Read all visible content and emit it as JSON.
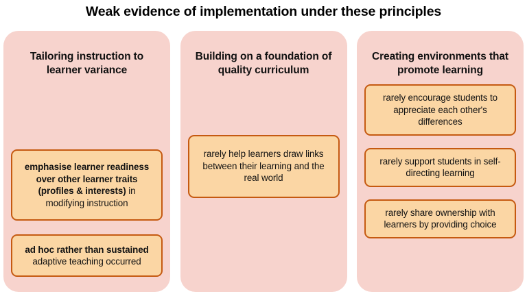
{
  "slide": {
    "title": "Weak evidence of implementation under these principles",
    "colors": {
      "panel_background": "#f7d3cd",
      "card_background": "#fbd6a4",
      "card_border": "#c55a11",
      "text": "#121212",
      "slide_background": "#ffffff"
    }
  },
  "columns": [
    {
      "heading": "Tailoring instruction to learner variance",
      "cards": [
        {
          "bold": "emphasise learner readiness over other learner traits (profiles & interests)",
          "regular": " in modifying instruction",
          "full": "emphasise learner readiness over other learner traits (profiles & interests) in modifying instruction"
        },
        {
          "bold": "ad hoc rather than sustained",
          "regular": " adaptive teaching occurred",
          "full": "ad hoc rather than sustained adaptive teaching occurred"
        }
      ]
    },
    {
      "heading": "Building on a foundation of quality curriculum",
      "cards": [
        {
          "bold": "",
          "regular": "rarely help learners draw links between their learning and the real world",
          "full": "rarely help learners draw links between their learning and the real world"
        }
      ]
    },
    {
      "heading": "Creating environments that promote learning",
      "cards": [
        {
          "bold": "",
          "regular": "rarely encourage students to appreciate each other's differences",
          "full": "rarely encourage students to appreciate each other's differences"
        },
        {
          "bold": "",
          "regular": "rarely support students in self-directing learning",
          "full": "rarely support students in self-directing learning"
        },
        {
          "bold": "",
          "regular": "rarely share ownership with learners by providing choice",
          "full": "rarely share ownership with learners by providing choice"
        }
      ]
    }
  ]
}
